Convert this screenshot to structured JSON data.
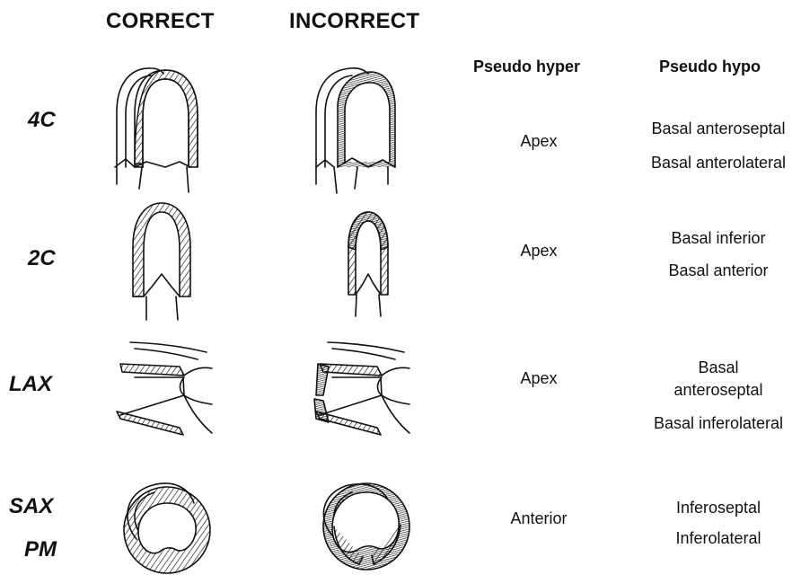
{
  "headers": {
    "correct": "CORRECT",
    "incorrect": "INCORRECT",
    "pseudo_hyper": "Pseudo hyper",
    "pseudo_hypo": "Pseudo hypo"
  },
  "rows": [
    {
      "label": "4C",
      "hyper": "Apex",
      "hypo": [
        "Basal anteroseptal",
        "Basal anterolateral"
      ]
    },
    {
      "label": "2C",
      "hyper": "Apex",
      "hypo": [
        "Basal inferior",
        "Basal anterior"
      ]
    },
    {
      "label": "LAX",
      "hyper": "Apex",
      "hypo": [
        "Basal",
        "anteroseptal",
        "Basal inferolateral"
      ]
    },
    {
      "label_line1": "SAX",
      "label_line2": "PM",
      "hyper": "Anterior",
      "hypo": [
        "Inferoseptal",
        "Inferolateral"
      ]
    }
  ]
}
